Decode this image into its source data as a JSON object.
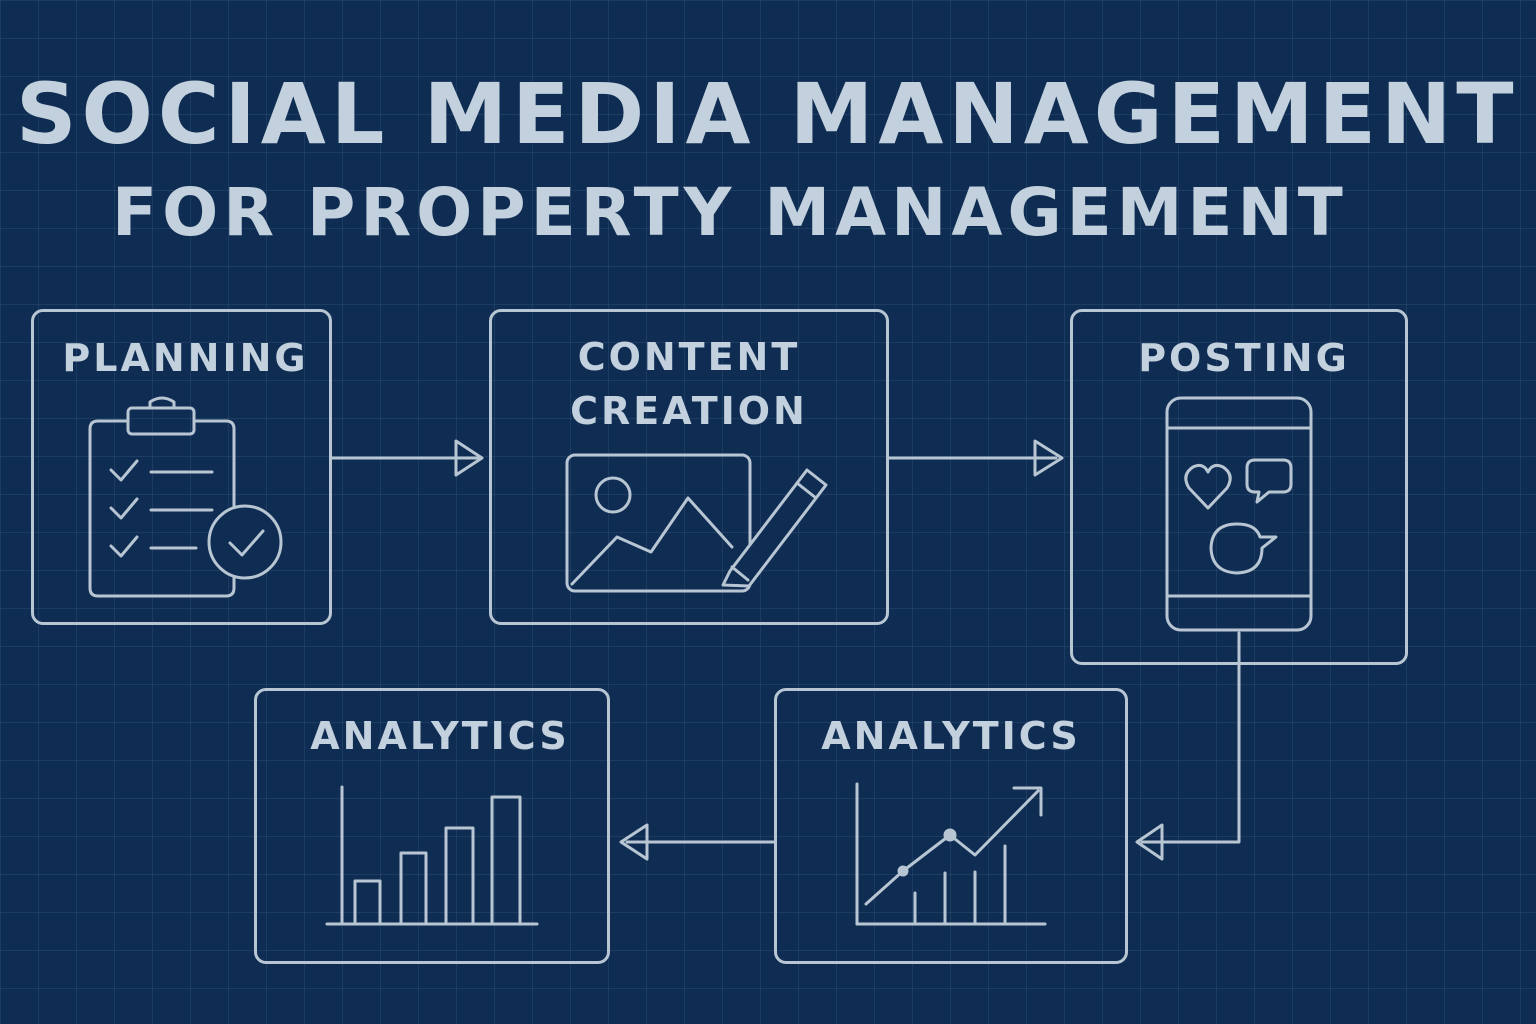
{
  "title": {
    "line1": "SOCIAL MEDIA MANAGEMENT",
    "line2": "FOR PROPERTY MANAGEMENT"
  },
  "steps": {
    "planning": {
      "label": "PLANNING",
      "icon": "clipboard-checklist-icon"
    },
    "content_creation": {
      "label_line1": "CONTENT",
      "label_line2": "CREATION",
      "icon": "image-pencil-icon"
    },
    "posting": {
      "label": "POSTING",
      "icon": "smartphone-social-icon"
    },
    "analytics_right": {
      "label": "ANALYTICS",
      "icon": "line-growth-chart-icon"
    },
    "analytics_left": {
      "label": "ANALYTICS",
      "icon": "bar-chart-icon"
    }
  },
  "colors": {
    "background": "#0f2d52",
    "line": "#b8c6d4",
    "text": "#c3d0dd"
  }
}
